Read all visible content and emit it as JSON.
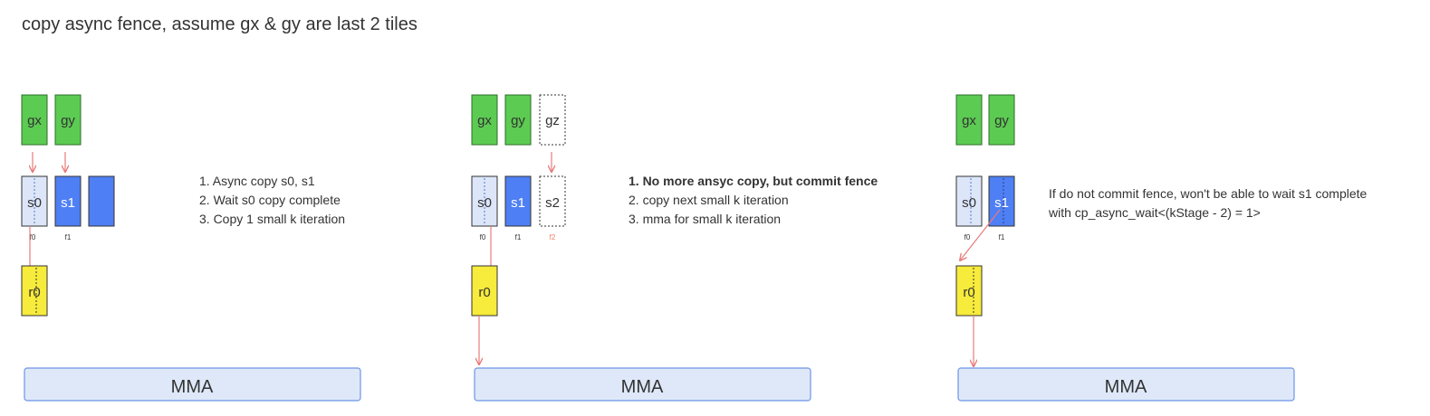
{
  "title": "copy async fence, assume gx & gy are last 2 tiles",
  "colors": {
    "green": "#5ccb52",
    "blue": "#4f7ff4",
    "light_blue": "#dce6f8",
    "yellow": "#f7eb3b",
    "arrow": "#e87b7b",
    "mma_fill": "#dfe8f8",
    "mma_border": "#6b95e6",
    "accent_orange": "#f08060"
  },
  "panels": [
    {
      "globals": [
        "gx",
        "gy"
      ],
      "smem": [
        "s0",
        "s1"
      ],
      "fences": [
        "f0",
        "f1"
      ],
      "register": "r0",
      "notes": [
        "1. Async copy s0, s1",
        "2. Wait s0 copy complete",
        "3. Copy 1 small k iteration"
      ],
      "mma": "MMA"
    },
    {
      "globals": [
        "gx",
        "gy",
        "gz"
      ],
      "smem": [
        "s0",
        "s1",
        "s2"
      ],
      "fences": [
        "f0",
        "f1",
        "f2"
      ],
      "register": "r0",
      "notes": [
        "1. No more ansyc copy, but commit fence",
        "2. copy next small k iteration",
        "3. mma for small k iteration"
      ],
      "mma": "MMA"
    },
    {
      "globals": [
        "gx",
        "gy"
      ],
      "smem": [
        "s0",
        "s1"
      ],
      "fences": [
        "f0",
        "f1"
      ],
      "register": "r0",
      "notes": [
        "If do not commit fence, won't be able to wait s1 complete",
        "with cp_async_wait<(kStage - 2) = 1>"
      ],
      "mma": "MMA"
    }
  ]
}
